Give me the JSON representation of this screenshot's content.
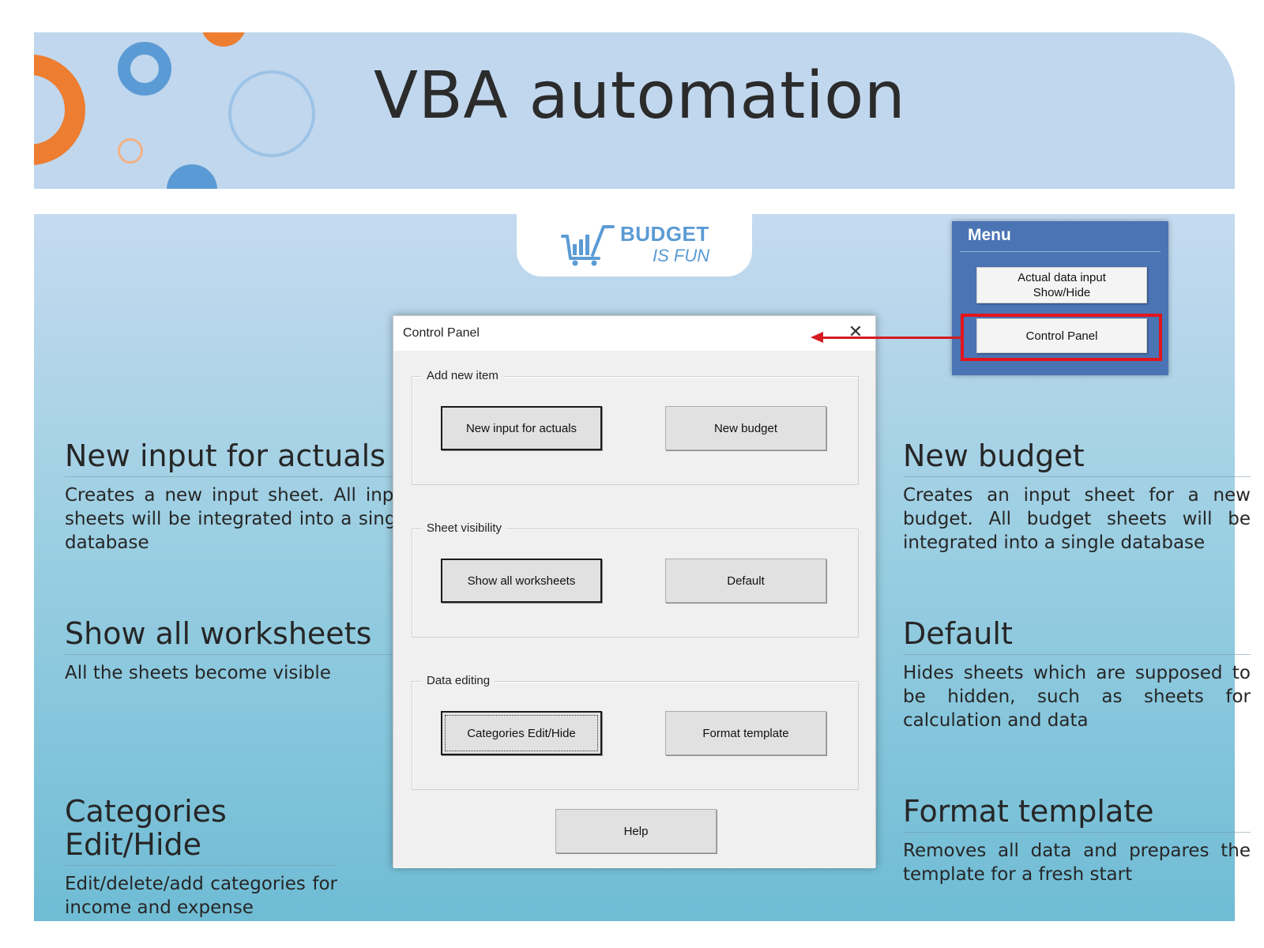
{
  "header": {
    "title": "VBA automation"
  },
  "logo": {
    "line1": "BUDGET",
    "line2": "IS FUN"
  },
  "left_blocks": [
    {
      "heading": "New input for actuals",
      "description": "Creates a new input sheet. All input sheets will be integrated into a single database"
    },
    {
      "heading": "Show all worksheets",
      "description": "All the sheets become visible"
    },
    {
      "heading": "Categories Edit/Hide",
      "description": "Edit/delete/add categories for income and expense"
    }
  ],
  "right_blocks": [
    {
      "heading": "New budget",
      "description": "Creates an input sheet for a new budget. All budget sheets will be integrated into a single database"
    },
    {
      "heading": "Default",
      "description": "Hides sheets which are supposed to be hidden, such as sheets for calculation and data"
    },
    {
      "heading": "Format template",
      "description": "Removes all data and prepares the template for a fresh start"
    }
  ],
  "dialog": {
    "title": "Control Panel",
    "close_glyph": "✕",
    "groups": [
      {
        "label": "Add new item",
        "buttons": [
          "New input for actuals",
          "New budget"
        ]
      },
      {
        "label": "Sheet visibility",
        "buttons": [
          "Show all worksheets",
          "Default"
        ]
      },
      {
        "label": "Data editing",
        "buttons": [
          "Categories Edit/Hide",
          "Format template"
        ]
      }
    ],
    "help_label": "Help"
  },
  "menu": {
    "title": "Menu",
    "buttons": [
      {
        "line1": "Actual data input",
        "line2": "Show/Hide"
      },
      {
        "line1": "Control Panel"
      }
    ]
  },
  "colors": {
    "accent_orange": "#ed7d31",
    "accent_blue": "#5b9bd5",
    "menu_blue": "#4a74b4",
    "highlight_red": "#e3151c"
  }
}
